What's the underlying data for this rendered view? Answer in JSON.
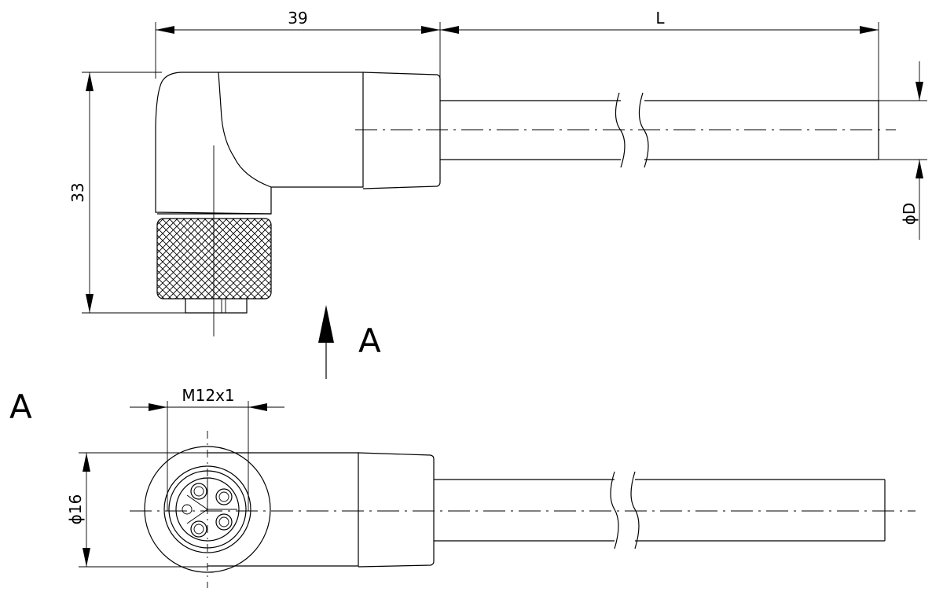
{
  "dimensions": {
    "housing_length": "39",
    "cable_length": "L",
    "height": "33",
    "cable_diameter": "ϕD",
    "thread": "M12x1",
    "diameter": "ϕ16"
  },
  "view": {
    "arrow_label": "A",
    "section_label": "A"
  }
}
